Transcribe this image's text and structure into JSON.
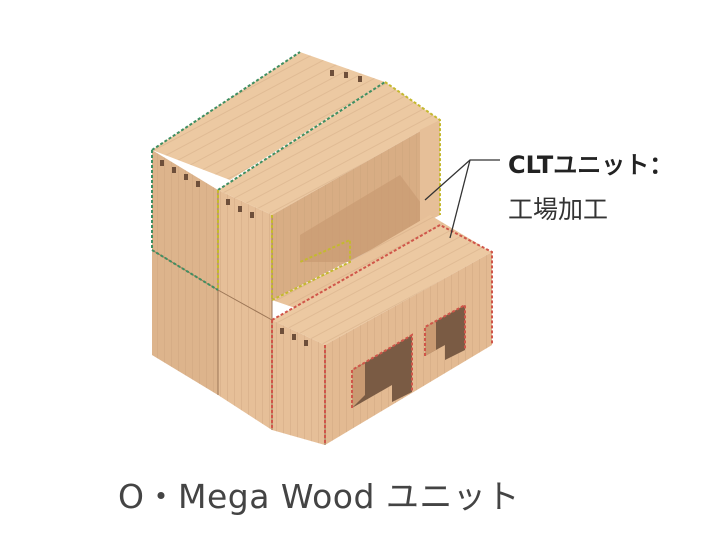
{
  "callout": {
    "title": "CLTユニット：",
    "subtitle": "工場加工"
  },
  "caption": "O・Mega Wood ユニット",
  "colors": {
    "wood_top": "#ecc9a2",
    "wood_left": "#ddb48c",
    "wood_right": "#e6bf98",
    "wood_shadow": "#c99a72",
    "wood_dark": "#7a5b44",
    "edge_green": "#3f8f62",
    "edge_yellow": "#c4b92f",
    "edge_red": "#d0564a",
    "leader": "#333333"
  }
}
